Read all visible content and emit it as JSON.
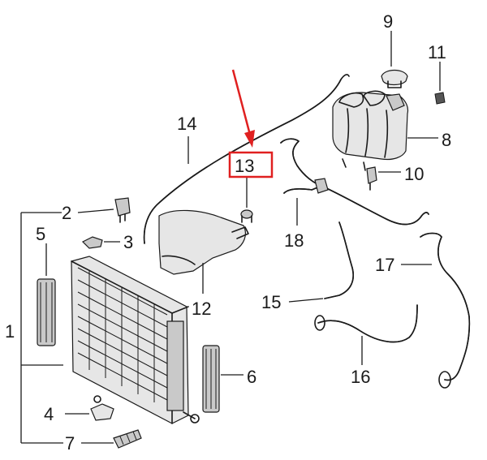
{
  "diagram": {
    "callouts": [
      {
        "id": "c1",
        "text": "1"
      },
      {
        "id": "c2",
        "text": "2"
      },
      {
        "id": "c3",
        "text": "3"
      },
      {
        "id": "c4",
        "text": "4"
      },
      {
        "id": "c5",
        "text": "5"
      },
      {
        "id": "c6",
        "text": "6"
      },
      {
        "id": "c7",
        "text": "7"
      },
      {
        "id": "c8",
        "text": "8"
      },
      {
        "id": "c9",
        "text": "9"
      },
      {
        "id": "c10",
        "text": "10"
      },
      {
        "id": "c11",
        "text": "11"
      },
      {
        "id": "c12",
        "text": "12"
      },
      {
        "id": "c13",
        "text": "13"
      },
      {
        "id": "c14",
        "text": "14"
      },
      {
        "id": "c15",
        "text": "15"
      },
      {
        "id": "c16",
        "text": "16"
      },
      {
        "id": "c17",
        "text": "17"
      },
      {
        "id": "c18",
        "text": "18"
      }
    ],
    "highlight_color": "#e02020",
    "line_color": "#1a1a1a"
  }
}
